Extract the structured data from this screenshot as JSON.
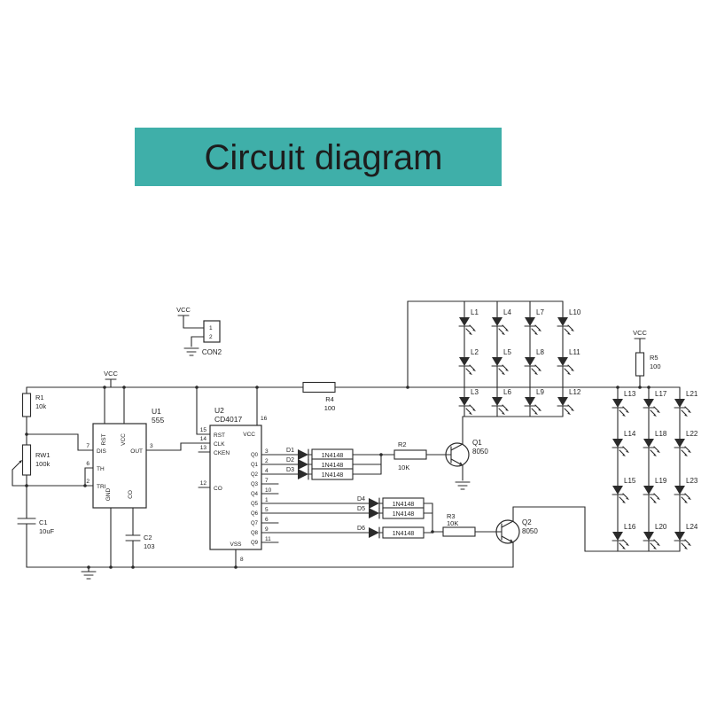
{
  "banner": {
    "title": "Circuit diagram"
  },
  "colors": {
    "banner_bg": "#3FAFA9",
    "ink": "#2b2b2b"
  },
  "labels": {
    "vcc": "VCC"
  },
  "con2": {
    "ref": "CON2",
    "pin1": "1",
    "pin2": "2"
  },
  "u1": {
    "ref": "U1",
    "part": "555",
    "pin_rst": "RST",
    "pin_vcc": "VCC",
    "pin_dis": "DIS",
    "pin_th": "TH",
    "pin_tri": "TRI",
    "pin_out": "OUT",
    "pin_gnd": "GND",
    "pin_co": "CO",
    "num_dis": "7",
    "num_th": "6",
    "num_tri": "2",
    "num_out": "3"
  },
  "u2": {
    "ref": "U2",
    "part": "CD4017",
    "pin_rst": "RST",
    "pin_clk": "CLK",
    "pin_cken": "CKEN",
    "pin_vcc": "VCC",
    "pin_co": "CO",
    "pin_vss": "VSS",
    "num_rst": "15",
    "num_clk": "14",
    "num_cken": "13",
    "num_co": "12",
    "num_vcc": "16",
    "num_vss": "8",
    "q_labels": [
      "Q0",
      "Q1",
      "Q2",
      "Q3",
      "Q4",
      "Q5",
      "Q6",
      "Q7",
      "Q8",
      "Q9"
    ],
    "out_nums": [
      "3",
      "2",
      "4",
      "7",
      "10",
      "1",
      "5",
      "6",
      "9",
      "11"
    ]
  },
  "r1": {
    "ref": "R1",
    "val": "10k"
  },
  "rw1": {
    "ref": "RW1",
    "val": "100k"
  },
  "r2": {
    "ref": "R2",
    "val": "10K"
  },
  "r3": {
    "ref": "R3",
    "val": "10K"
  },
  "r4": {
    "ref": "R4",
    "val": "100"
  },
  "r5": {
    "ref": "R5",
    "val": "100"
  },
  "c1": {
    "ref": "C1",
    "val": "10uF"
  },
  "c2": {
    "ref": "C2",
    "val": "103"
  },
  "q1": {
    "ref": "Q1",
    "part": "8050"
  },
  "q2": {
    "ref": "Q2",
    "part": "8050"
  },
  "diodes": [
    {
      "ref": "D1",
      "part": "1N4148"
    },
    {
      "ref": "D2",
      "part": "1N4148"
    },
    {
      "ref": "D3",
      "part": "1N4148"
    },
    {
      "ref": "D4",
      "part": "1N4148"
    },
    {
      "ref": "D5",
      "part": "1N4148"
    },
    {
      "ref": "D6",
      "part": "1N4148"
    }
  ],
  "leds": [
    "L1",
    "L2",
    "L3",
    "L4",
    "L5",
    "L6",
    "L7",
    "L8",
    "L9",
    "L10",
    "L11",
    "L12",
    "L13",
    "L14",
    "L15",
    "L16",
    "L17",
    "L18",
    "L19",
    "L20",
    "L21",
    "L22",
    "L23",
    "L24"
  ]
}
